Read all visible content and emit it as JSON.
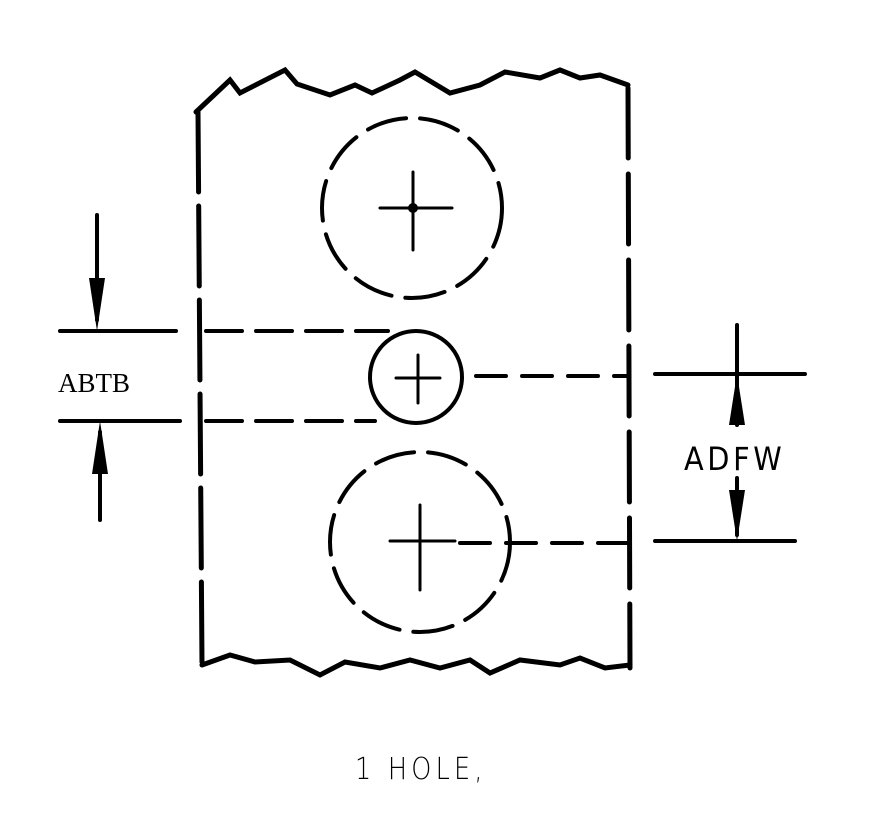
{
  "dimensions": {
    "left_label": "ABTB",
    "right_label": "ADFW"
  },
  "caption": "1 HOLE,",
  "colors": {
    "ink": "#000000",
    "background": "#ffffff"
  }
}
